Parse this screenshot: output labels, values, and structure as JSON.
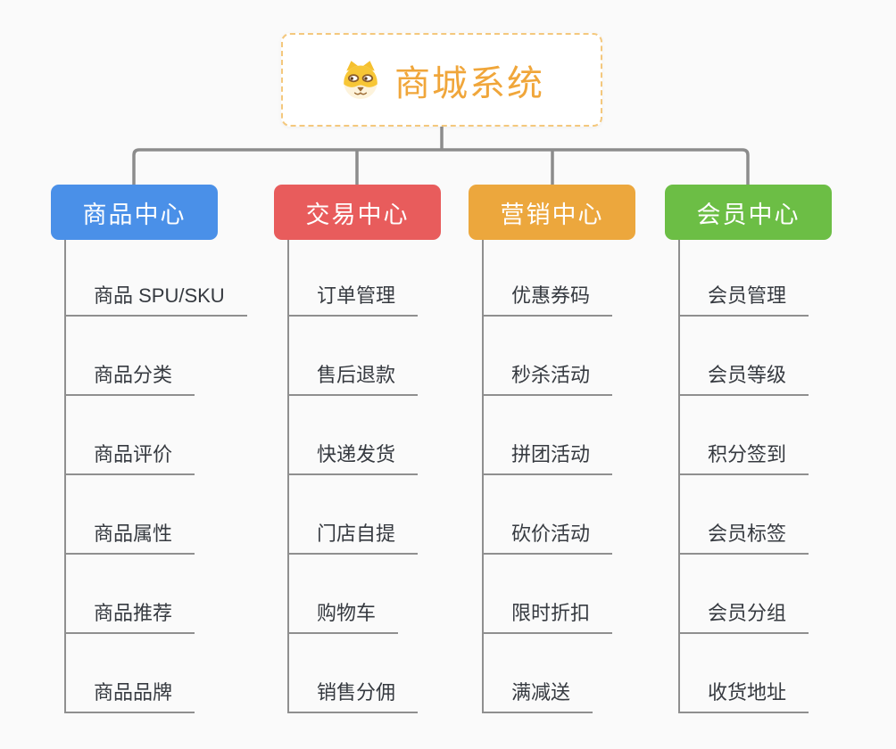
{
  "canvas": {
    "background": "#fafafa"
  },
  "root": {
    "title": "商城系统",
    "icon": "dog-face-icon",
    "text_color": "#f0a63a",
    "border_color": "#f4c87d",
    "background": "#ffffff"
  },
  "connectors": {
    "color": "#8c8c8c"
  },
  "leaf_line_color": "#8f8f8f",
  "branches": [
    {
      "id": "product-center",
      "label": "商品中心",
      "color": "#4a90e8",
      "items": [
        "商品 SPU/SKU",
        "商品分类",
        "商品评价",
        "商品属性",
        "商品推荐",
        "商品品牌"
      ]
    },
    {
      "id": "trade-center",
      "label": "交易中心",
      "color": "#e85c5c",
      "items": [
        "订单管理",
        "售后退款",
        "快递发货",
        "门店自提",
        "购物车",
        "销售分佣"
      ]
    },
    {
      "id": "marketing-center",
      "label": "营销中心",
      "color": "#eca73d",
      "items": [
        "优惠券码",
        "秒杀活动",
        "拼团活动",
        "砍价活动",
        "限时折扣",
        "满减送"
      ]
    },
    {
      "id": "member-center",
      "label": "会员中心",
      "color": "#6cbe45",
      "items": [
        "会员管理",
        "会员等级",
        "积分签到",
        "会员标签",
        "会员分组",
        "收货地址"
      ]
    }
  ]
}
